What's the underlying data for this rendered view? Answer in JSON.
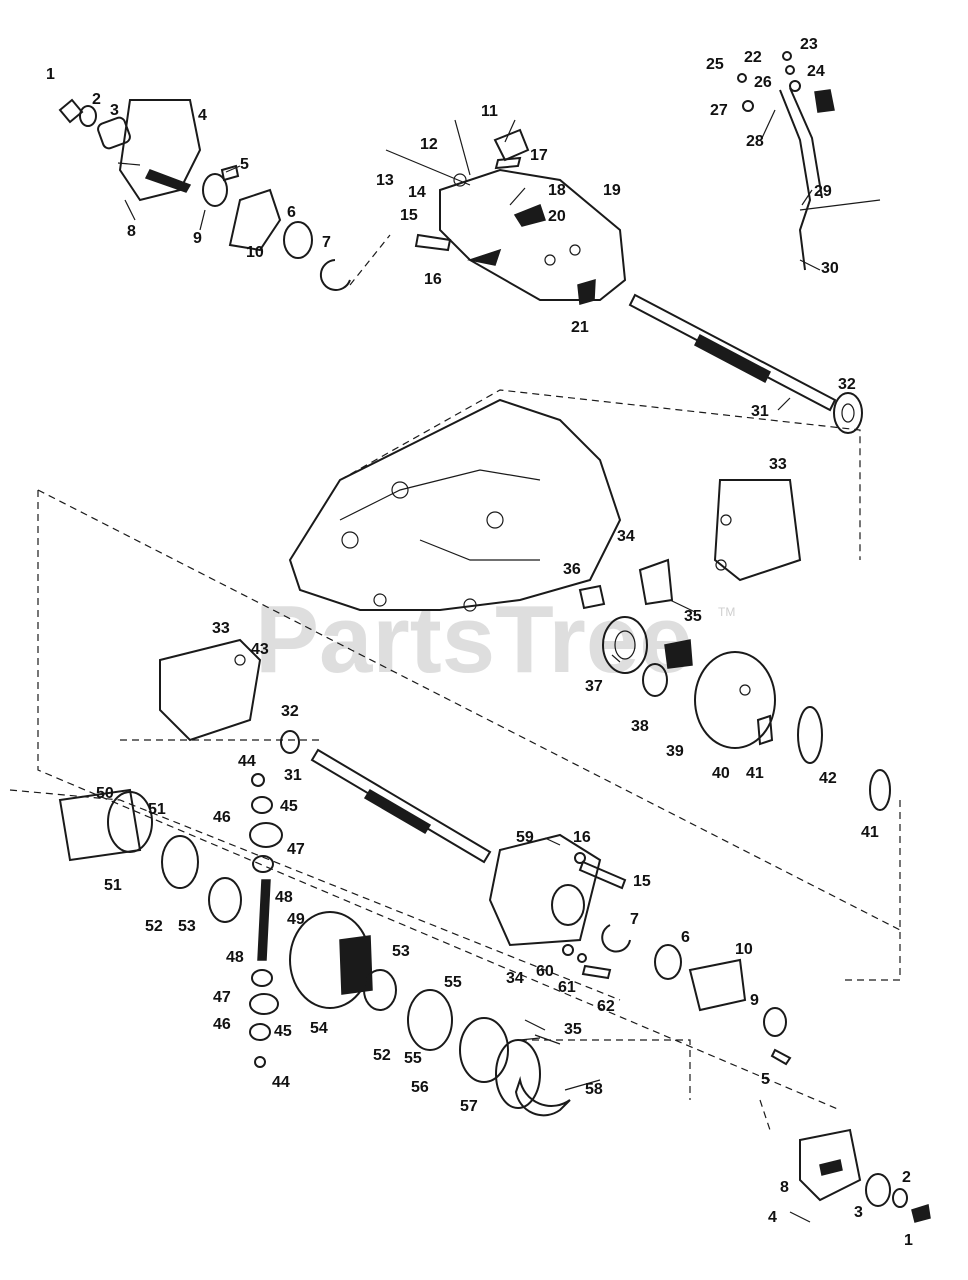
{
  "diagram": {
    "watermark": "PartsTree",
    "trademark": "TM",
    "callouts": [
      "1",
      "2",
      "3",
      "4",
      "5",
      "6",
      "7",
      "8",
      "9",
      "10",
      "11",
      "12",
      "13",
      "14",
      "15",
      "16",
      "17",
      "18",
      "19",
      "20",
      "21",
      "22",
      "23",
      "24",
      "25",
      "26",
      "27",
      "28",
      "29",
      "30",
      "31",
      "32",
      "33",
      "34",
      "35",
      "36",
      "37",
      "38",
      "39",
      "40",
      "41",
      "42",
      "43",
      "44",
      "45",
      "46",
      "47",
      "48",
      "49",
      "50",
      "51",
      "52",
      "53",
      "54",
      "55",
      "56",
      "57",
      "58",
      "59",
      "60",
      "61",
      "62"
    ]
  }
}
